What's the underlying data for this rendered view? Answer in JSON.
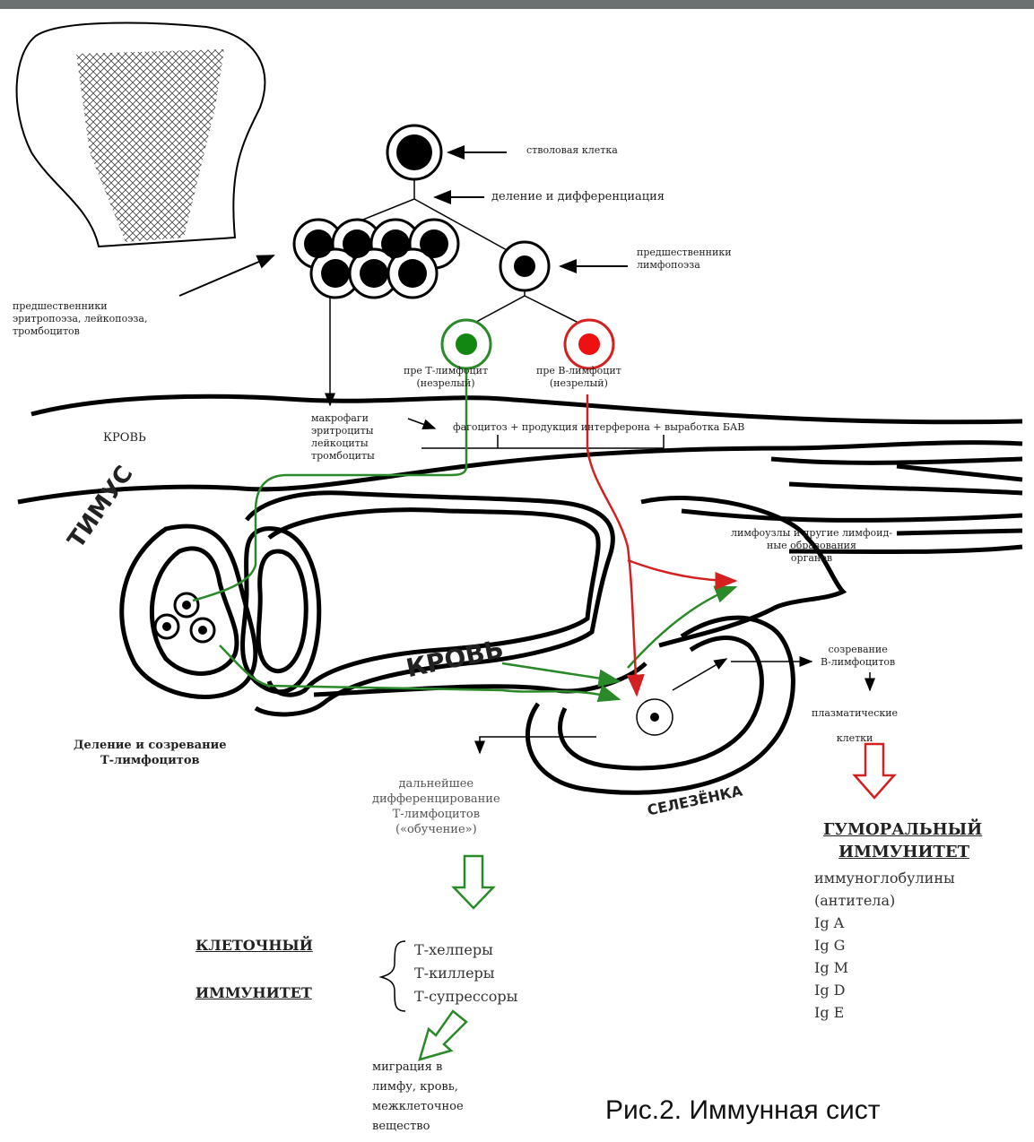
{
  "labels": {
    "stem_cell": "стволовая клетка",
    "division": "деление и дифференциация",
    "lymph_precursors": "предшественники\nлимфопоэза",
    "ery_precursors": "предшественники\nэритропоэза, лейкопоэза,\nтромбоцитов",
    "pre_t": "пре Т-лимфоцит\n(незрелый)",
    "pre_b": "пре В-лимфоцит\n(незрелый)",
    "blood_top": "КРОВЬ",
    "blood_cells": "макрофаги\nэритроциты\nлейкоциты\nтромбоциты",
    "functions": "фагоцитоз + продукция интерферона + выработка БАВ",
    "thymus": "ТИМУС",
    "lymph_nodes": "лимфоузлы и другие лимфоид-\nные образования\nорганов",
    "blood_main": "КРОВЬ",
    "maturation_b": "созревание\nВ-лимфоцитов",
    "plasma_cells": "плазматические\nклетки",
    "thymus_caption": "Деление и созревание\nТ-лимфоцитов",
    "t_differentiation": "дальнейшее\nдифференцирование\nТ-лимфоцитов\n(«обучение»)",
    "spleen": "СЕЛЕЗЁНКА",
    "humoral_1": "ГУМОРАЛЬНЫЙ",
    "humoral_2": "ИММУНИТЕТ",
    "immunoglobulins": "иммуноглобулины\n(антитела)\nIg A\nIg G\nIg M\nIg D\nIg E",
    "cellular_1": "КЛЕТОЧНЫЙ",
    "cellular_2": "ИММУНИТЕТ",
    "t_types": "Т-хелперы\nТ-киллеры\nТ-супрессоры",
    "migration": "миграция в\nлимфу, кровь,\nмежклеточное\nвещество",
    "figure_caption": "Рис.2. Иммунная сист"
  },
  "colors": {
    "t_path": "#2a8a2a",
    "b_path": "#d42020",
    "t_cell": "#118811",
    "b_cell": "#ee1111",
    "line": "#000000"
  }
}
